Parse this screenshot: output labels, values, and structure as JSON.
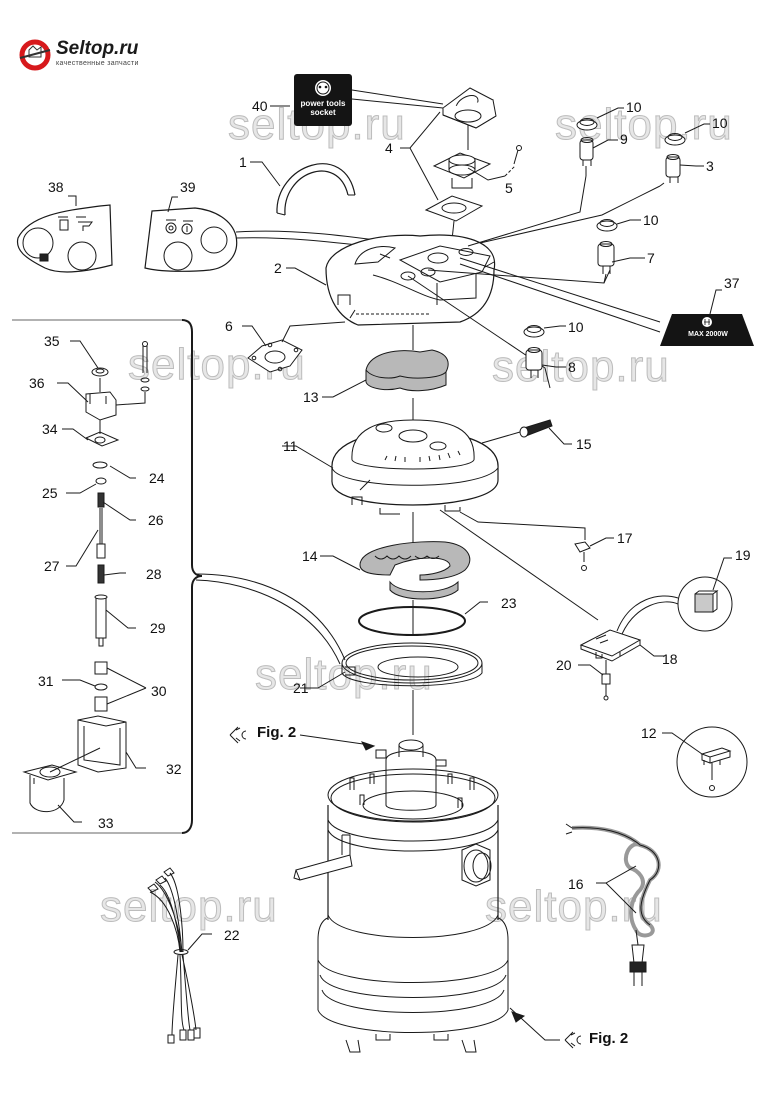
{
  "logo": {
    "name": "Seltop.ru",
    "tagline": "качественные запчасти",
    "brand_color": "#d7191c"
  },
  "watermarks": [
    "seltop.ru",
    "seltop.ru",
    "seltop.ru",
    "seltop.ru",
    "seltop.ru",
    "seltop.ru",
    "seltop.ru"
  ],
  "badges": {
    "power_socket": {
      "line1": "power tools",
      "line2": "socket",
      "icon": "socket-icon"
    },
    "max_power": {
      "text": "MAX 2000W",
      "icon": "power-outlet-icon"
    }
  },
  "figure_refs": {
    "upper": "Fig. 2",
    "lower": "Fig. 2"
  },
  "part_labels": {
    "p1": "1",
    "p2": "2",
    "p3": "3",
    "p4": "4",
    "p5": "5",
    "p6": "6",
    "p7": "7",
    "p8": "8",
    "p9": "9",
    "p10a": "10",
    "p10b": "10",
    "p10c": "10",
    "p10d": "10",
    "p11": "11",
    "p12": "12",
    "p13": "13",
    "p14": "14",
    "p15": "15",
    "p16": "16",
    "p17": "17",
    "p18": "18",
    "p19": "19",
    "p20": "20",
    "p21": "21",
    "p22": "22",
    "p23": "23",
    "p24": "24",
    "p25": "25",
    "p26": "26",
    "p27": "27",
    "p28": "28",
    "p29": "29",
    "p30": "30",
    "p31": "31",
    "p32": "32",
    "p33": "33",
    "p34": "34",
    "p35": "35",
    "p36": "36",
    "p37": "37",
    "p38": "38",
    "p39": "39",
    "p40": "40"
  },
  "colors": {
    "line": "#1a1a1a",
    "filter_fill": "#b8b8b8",
    "badge_bg": "#141414",
    "watermark": "#c8c8c8"
  }
}
